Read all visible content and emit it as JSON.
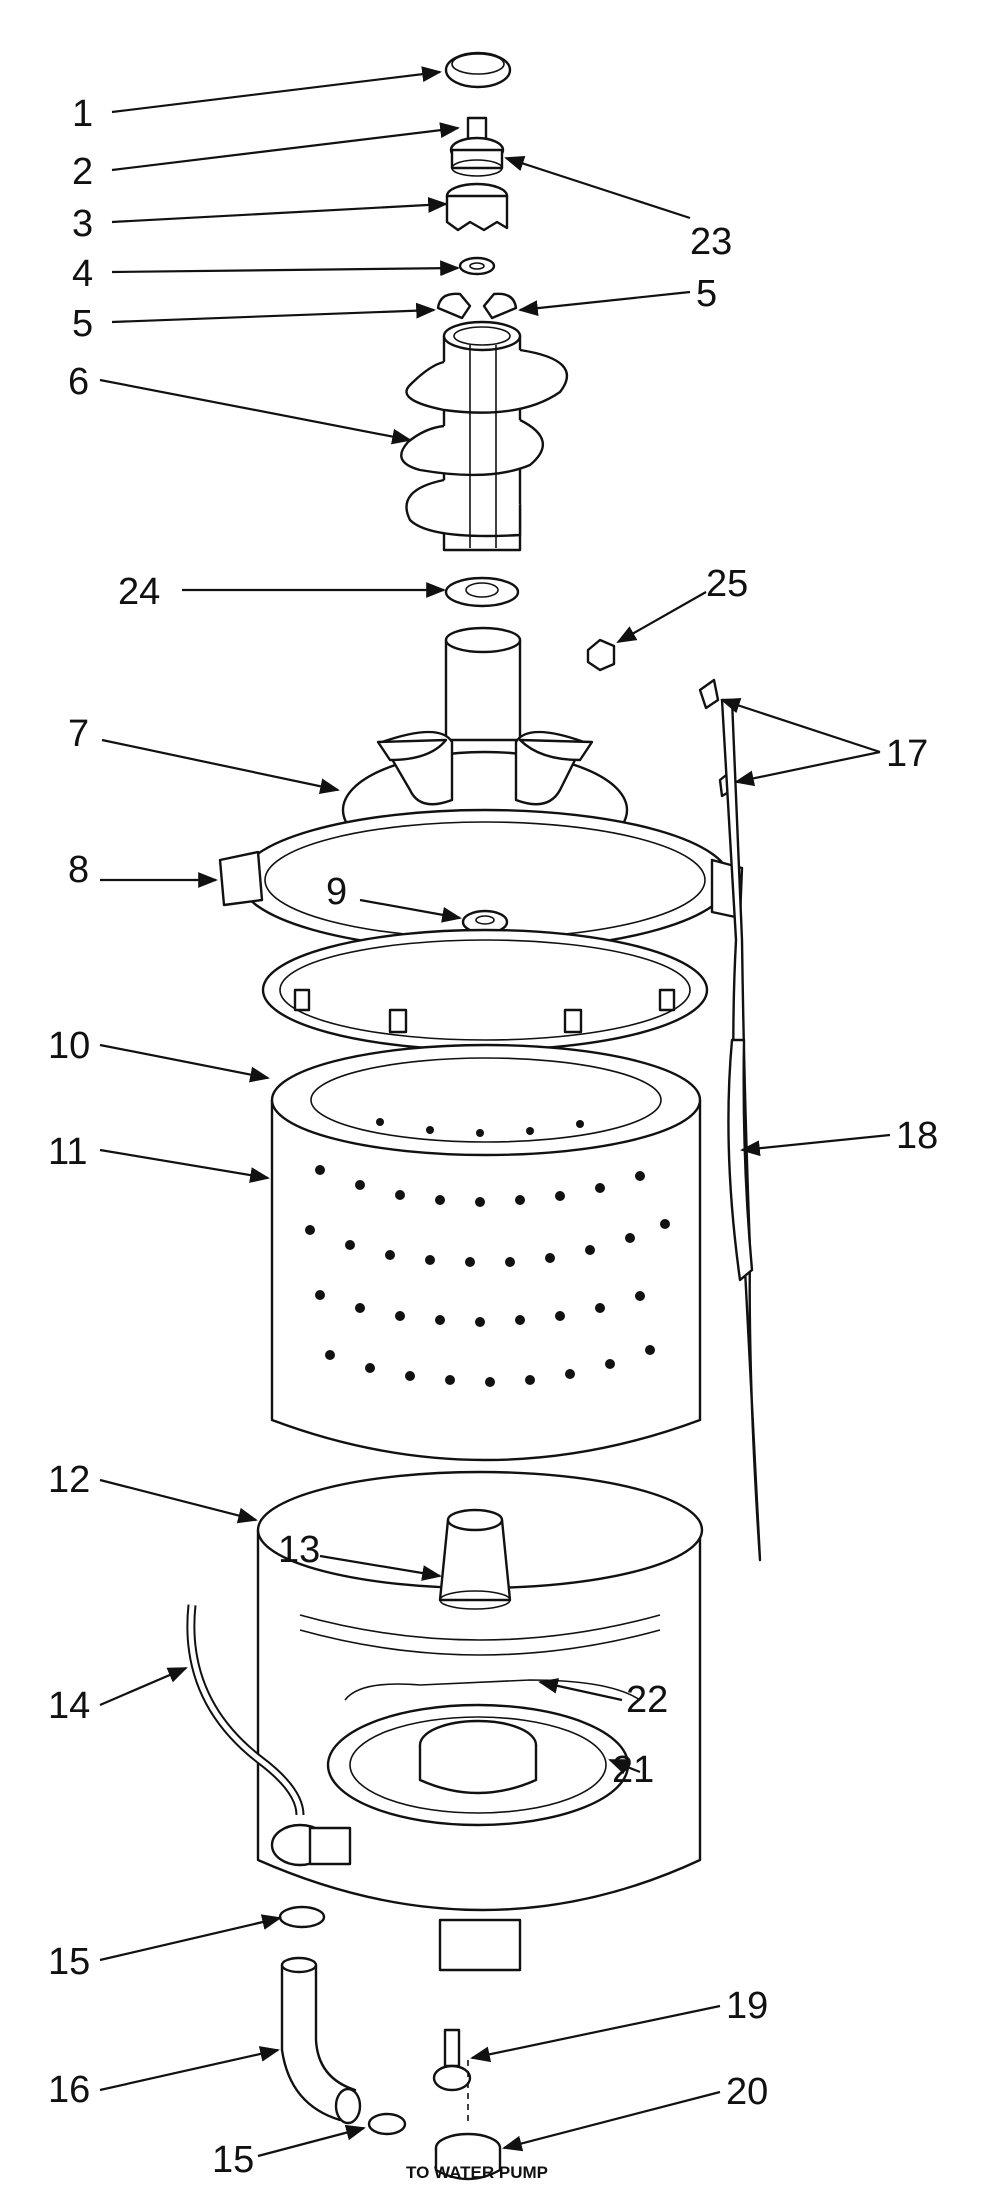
{
  "diagram": {
    "callouts": [
      {
        "id": "1",
        "text": "1"
      },
      {
        "id": "2",
        "text": "2"
      },
      {
        "id": "3",
        "text": "3"
      },
      {
        "id": "4",
        "text": "4"
      },
      {
        "id": "5a",
        "text": "5"
      },
      {
        "id": "5b",
        "text": "5"
      },
      {
        "id": "6",
        "text": "6"
      },
      {
        "id": "7",
        "text": "7"
      },
      {
        "id": "8",
        "text": "8"
      },
      {
        "id": "9",
        "text": "9"
      },
      {
        "id": "10",
        "text": "10"
      },
      {
        "id": "11",
        "text": "11"
      },
      {
        "id": "12",
        "text": "12"
      },
      {
        "id": "13",
        "text": "13"
      },
      {
        "id": "14",
        "text": "14"
      },
      {
        "id": "15a",
        "text": "15"
      },
      {
        "id": "15b",
        "text": "15"
      },
      {
        "id": "16",
        "text": "16"
      },
      {
        "id": "17",
        "text": "17"
      },
      {
        "id": "18",
        "text": "18"
      },
      {
        "id": "19",
        "text": "19"
      },
      {
        "id": "20",
        "text": "20"
      },
      {
        "id": "21",
        "text": "21"
      },
      {
        "id": "22",
        "text": "22"
      },
      {
        "id": "23",
        "text": "23"
      },
      {
        "id": "24",
        "text": "24"
      },
      {
        "id": "25",
        "text": "25"
      }
    ],
    "note": "TO WATER PUMP"
  }
}
